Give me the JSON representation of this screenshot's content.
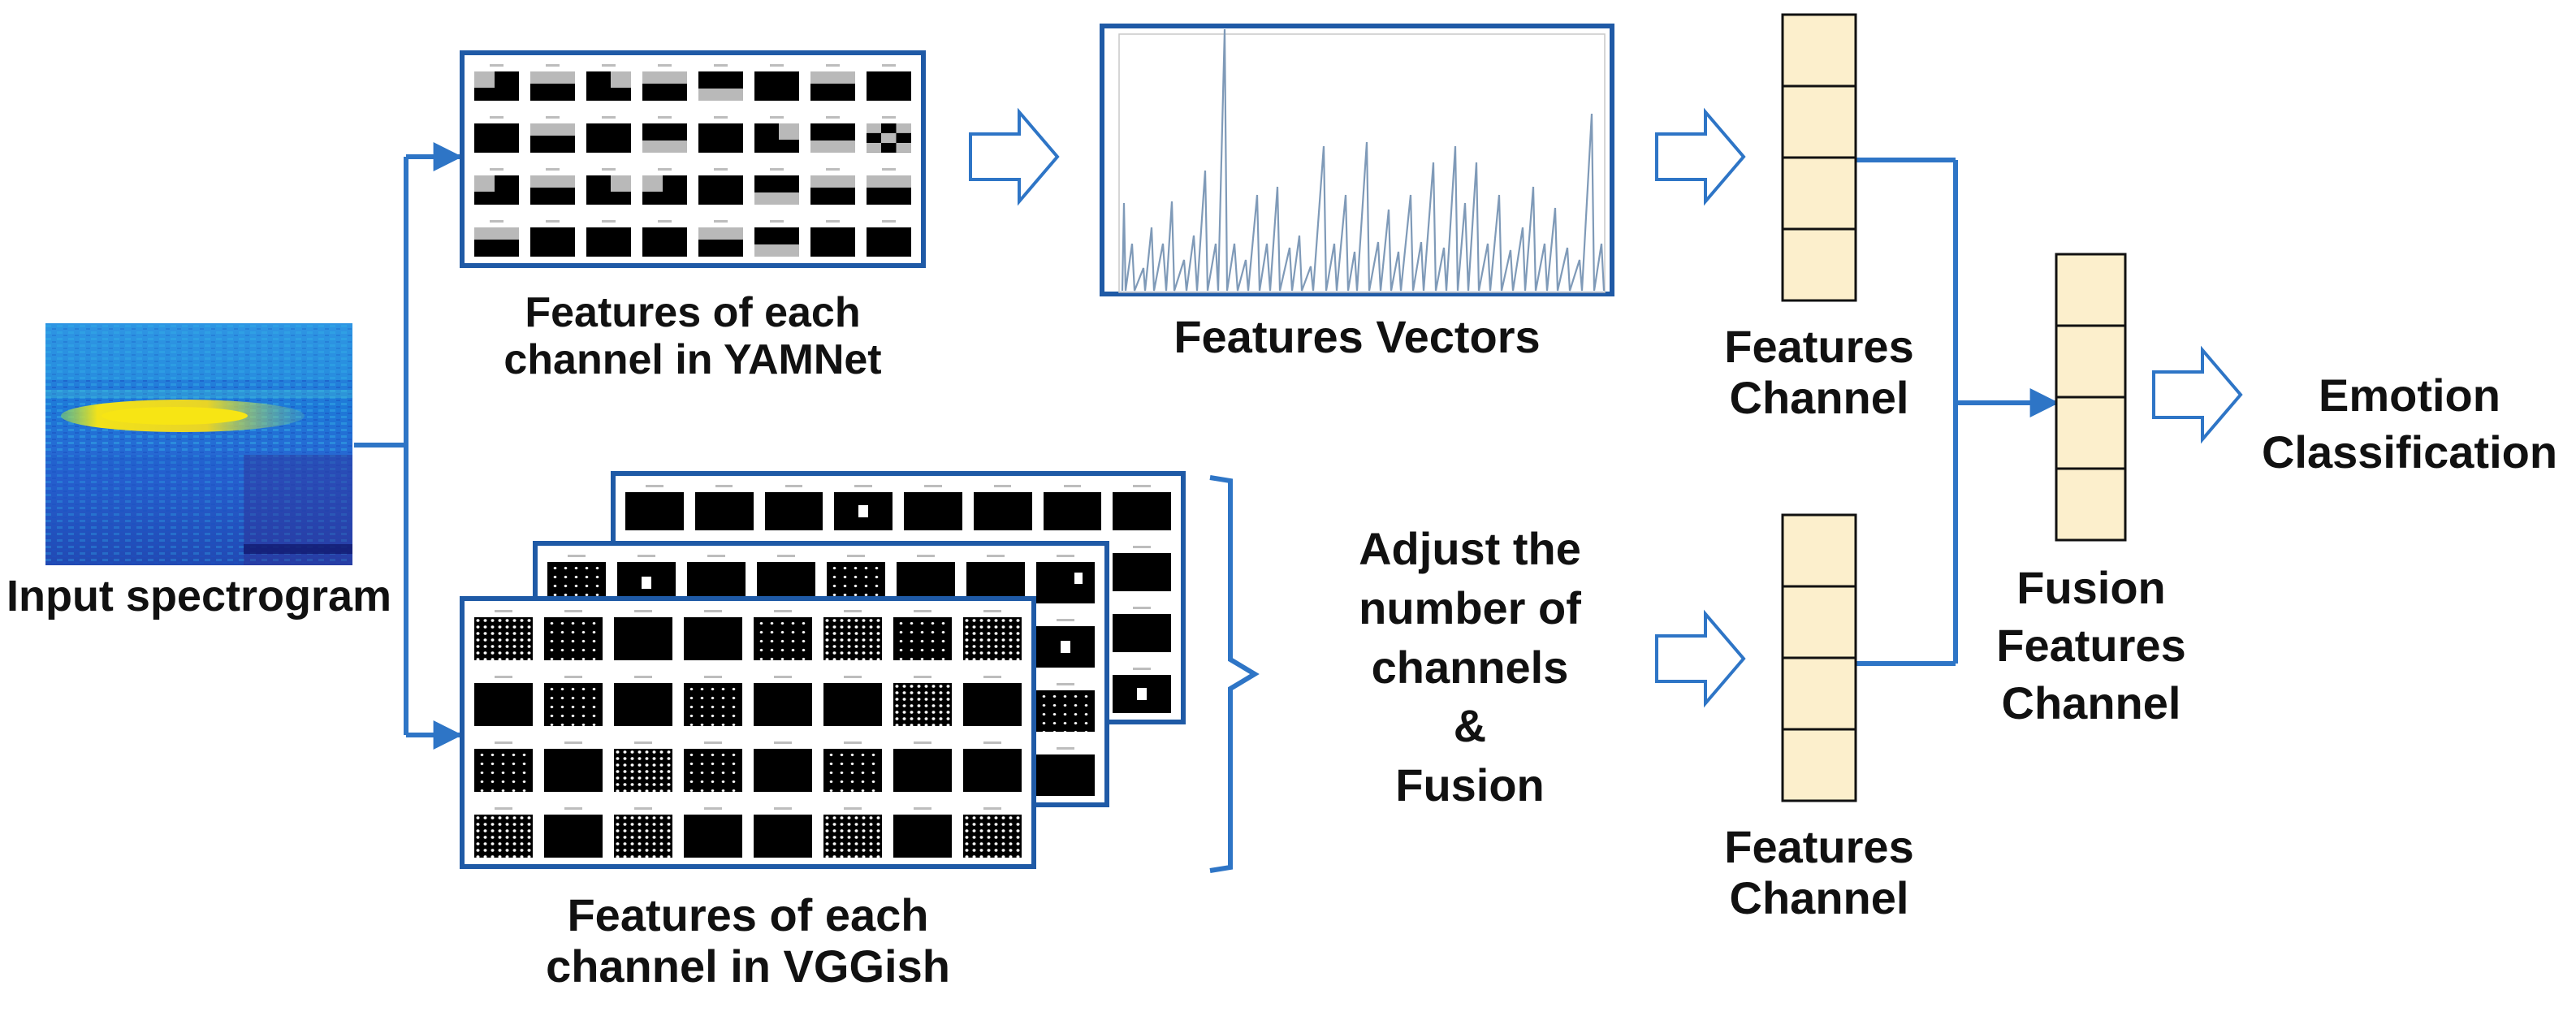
{
  "labels": {
    "input_spectrogram": "Input spectrogram",
    "yamnet_line1": "Features of each",
    "yamnet_line2": "channel in YAMNet",
    "vggish_line1": "Features of each",
    "vggish_line2": "channel in VGGish",
    "features_vectors": "Features Vectors",
    "features_channel_top_line1": "Features",
    "features_channel_top_line2": "Channel",
    "features_channel_bottom_line1": "Features",
    "features_channel_bottom_line2": "Channel",
    "adjust_line1": "Adjust the",
    "adjust_line2": "number of",
    "adjust_line3": "channels",
    "adjust_line4": "&",
    "adjust_line5": "Fusion",
    "fusion_line1": "Fusion",
    "fusion_line2": "Features",
    "fusion_line3": "Channel",
    "emotion_line1": "Emotion",
    "emotion_line2": "Classification"
  },
  "colors": {
    "panel_border": "#1f5aa6",
    "connector": "#2e75c6",
    "hollow_arrow": "#2e75c6",
    "channel_fill": "#fcefcc",
    "channel_border": "#111111",
    "signal": "#7f9ab8"
  },
  "icons": {
    "hollow_arrow": "block-arrow-outline",
    "spectrogram": "spectrogram-heatmap",
    "feature_vector_plot": "spike-line-plot"
  }
}
